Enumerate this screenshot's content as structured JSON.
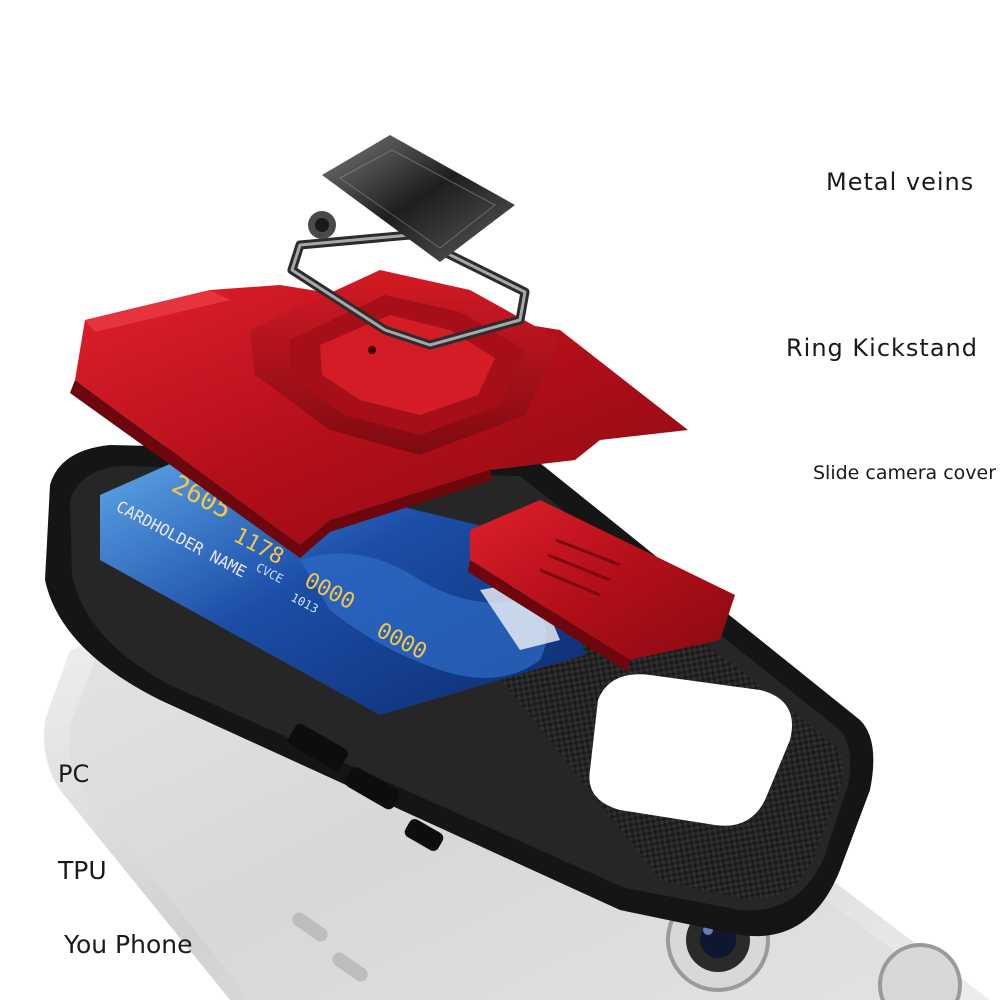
{
  "labels": {
    "metal_veins": "Metal veins",
    "ring_kickstand": "Ring Kickstand",
    "slide_camera_cover": "Slide camera cover",
    "pc": "PC",
    "tpu": "TPU",
    "you_phone": "You Phone"
  },
  "card": {
    "number_top": "2605",
    "number_1": "1178",
    "number_2": "0000",
    "number_3": "0000",
    "holder": "CARDHOLDER NAME",
    "date_label": "CVCE",
    "date": "1013"
  },
  "colors": {
    "case_red": "#c3121d",
    "case_black": "#141414",
    "card_blue": "#1d4fa8",
    "metal": "#3a3a3a"
  }
}
